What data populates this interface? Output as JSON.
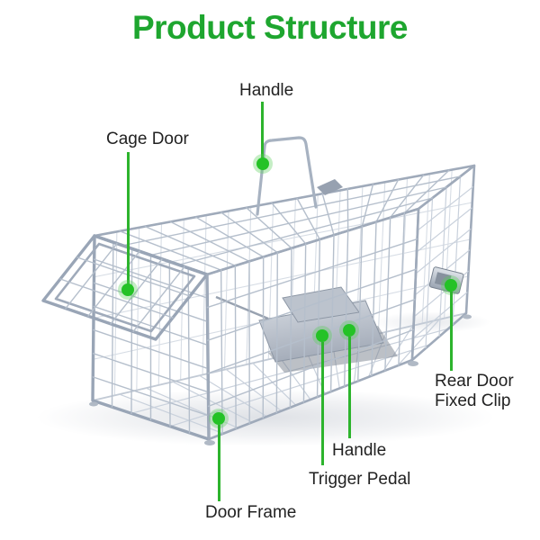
{
  "title": "Product Structure",
  "illustration": {
    "name": "animal-trap-cage",
    "alt": "Wire mesh humane trap cage in three-quarter view with open top-left cage door, carry handle, trigger pedal and rear door clip"
  },
  "callouts": [
    {
      "id": "handle-top",
      "label": "Handle"
    },
    {
      "id": "cage-door",
      "label": "Cage Door"
    },
    {
      "id": "rear-door-fixed-clip",
      "label": "Rear Door\nFixed Clip"
    },
    {
      "id": "handle-bottom",
      "label": "Handle"
    },
    {
      "id": "trigger-pedal",
      "label": "Trigger Pedal"
    },
    {
      "id": "door-frame",
      "label": "Door Frame"
    }
  ],
  "colors": {
    "title_green": "#1ea62f",
    "callout_green": "#2db42d",
    "dot_green": "#24c226",
    "label_text": "#222222",
    "wire_gray": "#b5bfcc",
    "frame_gray": "#9faaba",
    "metal_light": "#d6dbe2",
    "metal_dark": "#a3abb8"
  }
}
